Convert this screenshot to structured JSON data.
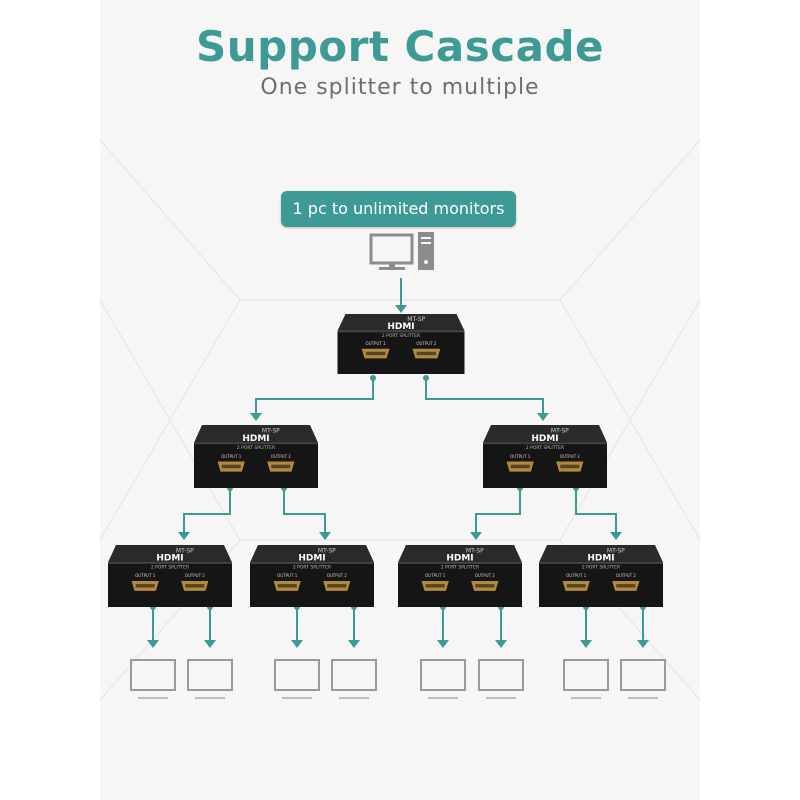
{
  "title": "Support Cascade",
  "subtitle": "One splitter to multiple",
  "badge": "1 pc to unlimited monitors",
  "device": {
    "model": "MT-SP",
    "brand": "HDMI",
    "type": "2 PORT SPLITTER",
    "port_labels": [
      "OUTPUT 1",
      "OUTPUT 2"
    ]
  },
  "colors": {
    "accent": "#3e9a94",
    "text": "#6e6e6e",
    "device": "#151515",
    "port": "#b08a3e",
    "monitor": "#9a9a9a"
  },
  "icons": [
    "computer-icon",
    "monitor-icon",
    "arrow-icon"
  ]
}
